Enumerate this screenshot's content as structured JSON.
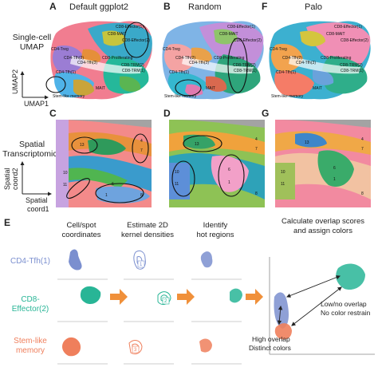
{
  "panels": {
    "A": {
      "letter": "A",
      "title": "Default ggplot2"
    },
    "B": {
      "letter": "B",
      "title": "Random"
    },
    "F": {
      "letter": "F",
      "title": "Palo"
    },
    "C": {
      "letter": "C"
    },
    "D": {
      "letter": "D"
    },
    "G": {
      "letter": "G"
    },
    "E": {
      "letter": "E"
    }
  },
  "row_labels": {
    "umap": [
      "Single-cell",
      "UMAP"
    ],
    "umap_axes": {
      "x": "UMAP1",
      "y": "UMAP2"
    },
    "spatial": [
      "Spatial",
      "Transcriptomics"
    ],
    "spatial_axes": {
      "x": [
        "Spatial",
        "coord1"
      ],
      "y": [
        "Spatial",
        "coord2"
      ]
    }
  },
  "umap_clusters": [
    "CD8-Effector(1)",
    "CD8-MAIT",
    "CD8-Effector(2)",
    "CD4-Treg",
    "CD4-Tfh(2)",
    "CD4-Tfh(3)",
    "CD8-Proliferating",
    "CD8-TRM(2)",
    "CD8-TRM(1)",
    "CD4-Tfh(1)",
    "MAIT",
    "Stem-like memory"
  ],
  "spatial_clusters": [
    "10",
    "11",
    "13",
    "4",
    "7",
    "8",
    "6",
    "1"
  ],
  "workflow": {
    "steps": [
      [
        "Cell/spot",
        "coordinates"
      ],
      [
        "Estimate 2D",
        "kernel densities"
      ],
      [
        "Identify",
        "hot regions"
      ],
      [
        "Calculate overlap scores",
        "and assign colors"
      ]
    ],
    "rows": [
      {
        "label": [
          "CD4-Tfh(1)"
        ],
        "color": "#7b8fcf"
      },
      {
        "label": [
          "CD8-",
          "Effector(2)"
        ],
        "color": "#28b596"
      },
      {
        "label": [
          "Stem-like",
          "memory"
        ],
        "color": "#ef7f5c"
      }
    ],
    "region_numbers": [
      "1",
      "2",
      "3"
    ],
    "annotations": {
      "low": [
        "Low/no overlap",
        "No color restrain"
      ],
      "high": [
        "High overlap",
        "Distinct colors"
      ]
    }
  },
  "colors": {
    "arrow": "#f0903a",
    "tfh": "#7b8fcf",
    "effector": "#28b596",
    "stem": "#ef7f5c"
  }
}
